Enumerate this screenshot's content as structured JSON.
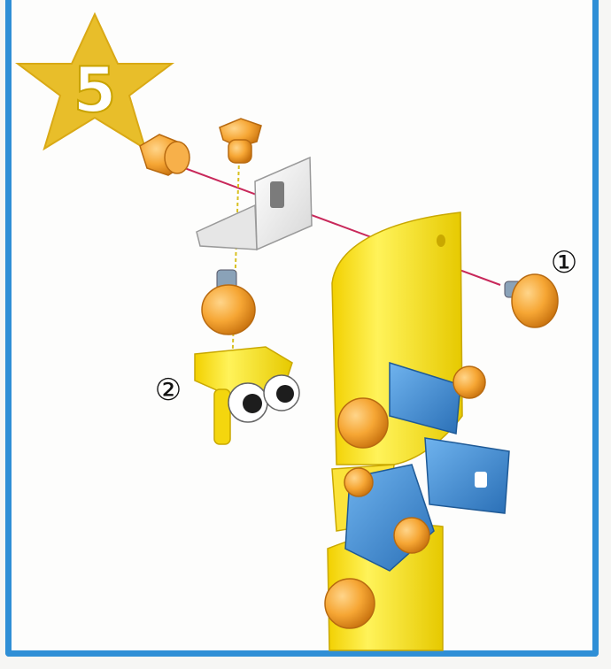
{
  "step": {
    "number": "5"
  },
  "callouts": [
    {
      "label": "①"
    },
    {
      "label": "②"
    }
  ],
  "colors": {
    "frame": "#2f8fd6",
    "star": "#e8be2a",
    "yellow_part": "#fde718",
    "blue_part": "#3a89cf",
    "bolt_orange": "#f6a634",
    "bracket_white": "#f2f2f2",
    "guide_red": "#c8285a",
    "guide_yellow": "#d8c020"
  }
}
